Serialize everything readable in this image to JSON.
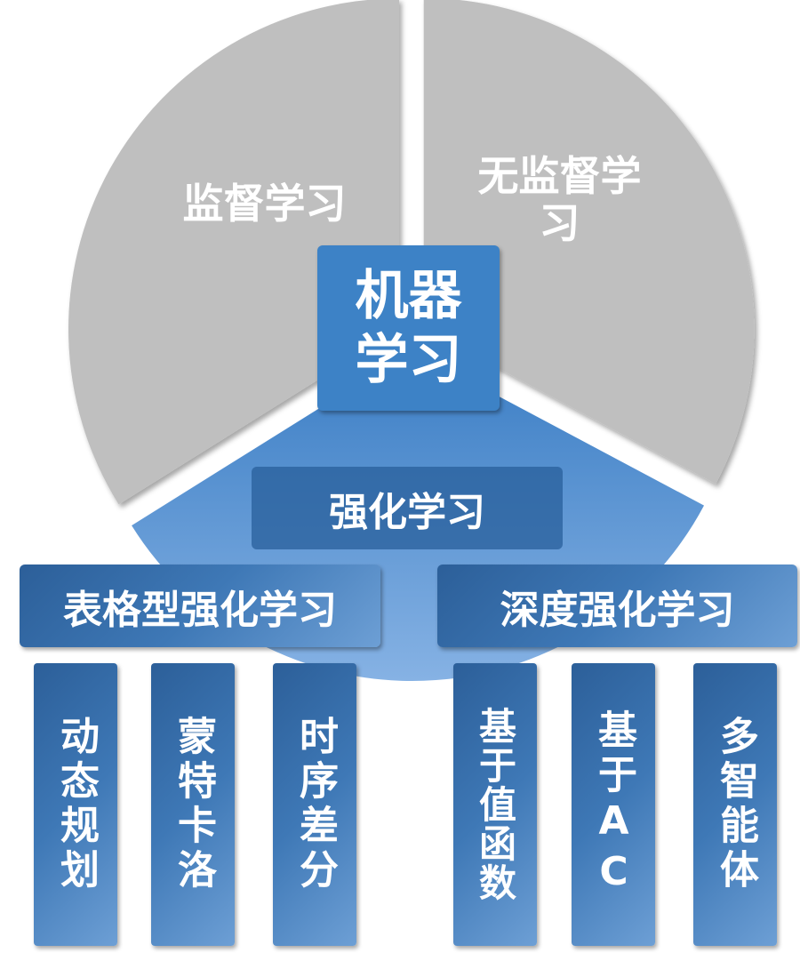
{
  "colors": {
    "gray": "#bfbfbf",
    "blue_top": "#3b7fc6",
    "blue_bottom": "#7aaae0",
    "center": "#3d82c6"
  },
  "center": {
    "label": "机器学习"
  },
  "slices": {
    "supervised": "监督学习",
    "unsupervised": "无监督学习"
  },
  "rl": {
    "label": "强化学习"
  },
  "branches": [
    {
      "label": "表格型强化学习",
      "children": [
        "动态规划",
        "蒙特卡洛",
        "时序差分"
      ]
    },
    {
      "label": "深度强化学习",
      "children": [
        "基于值函数",
        "基于AC",
        "多智能体"
      ]
    }
  ]
}
